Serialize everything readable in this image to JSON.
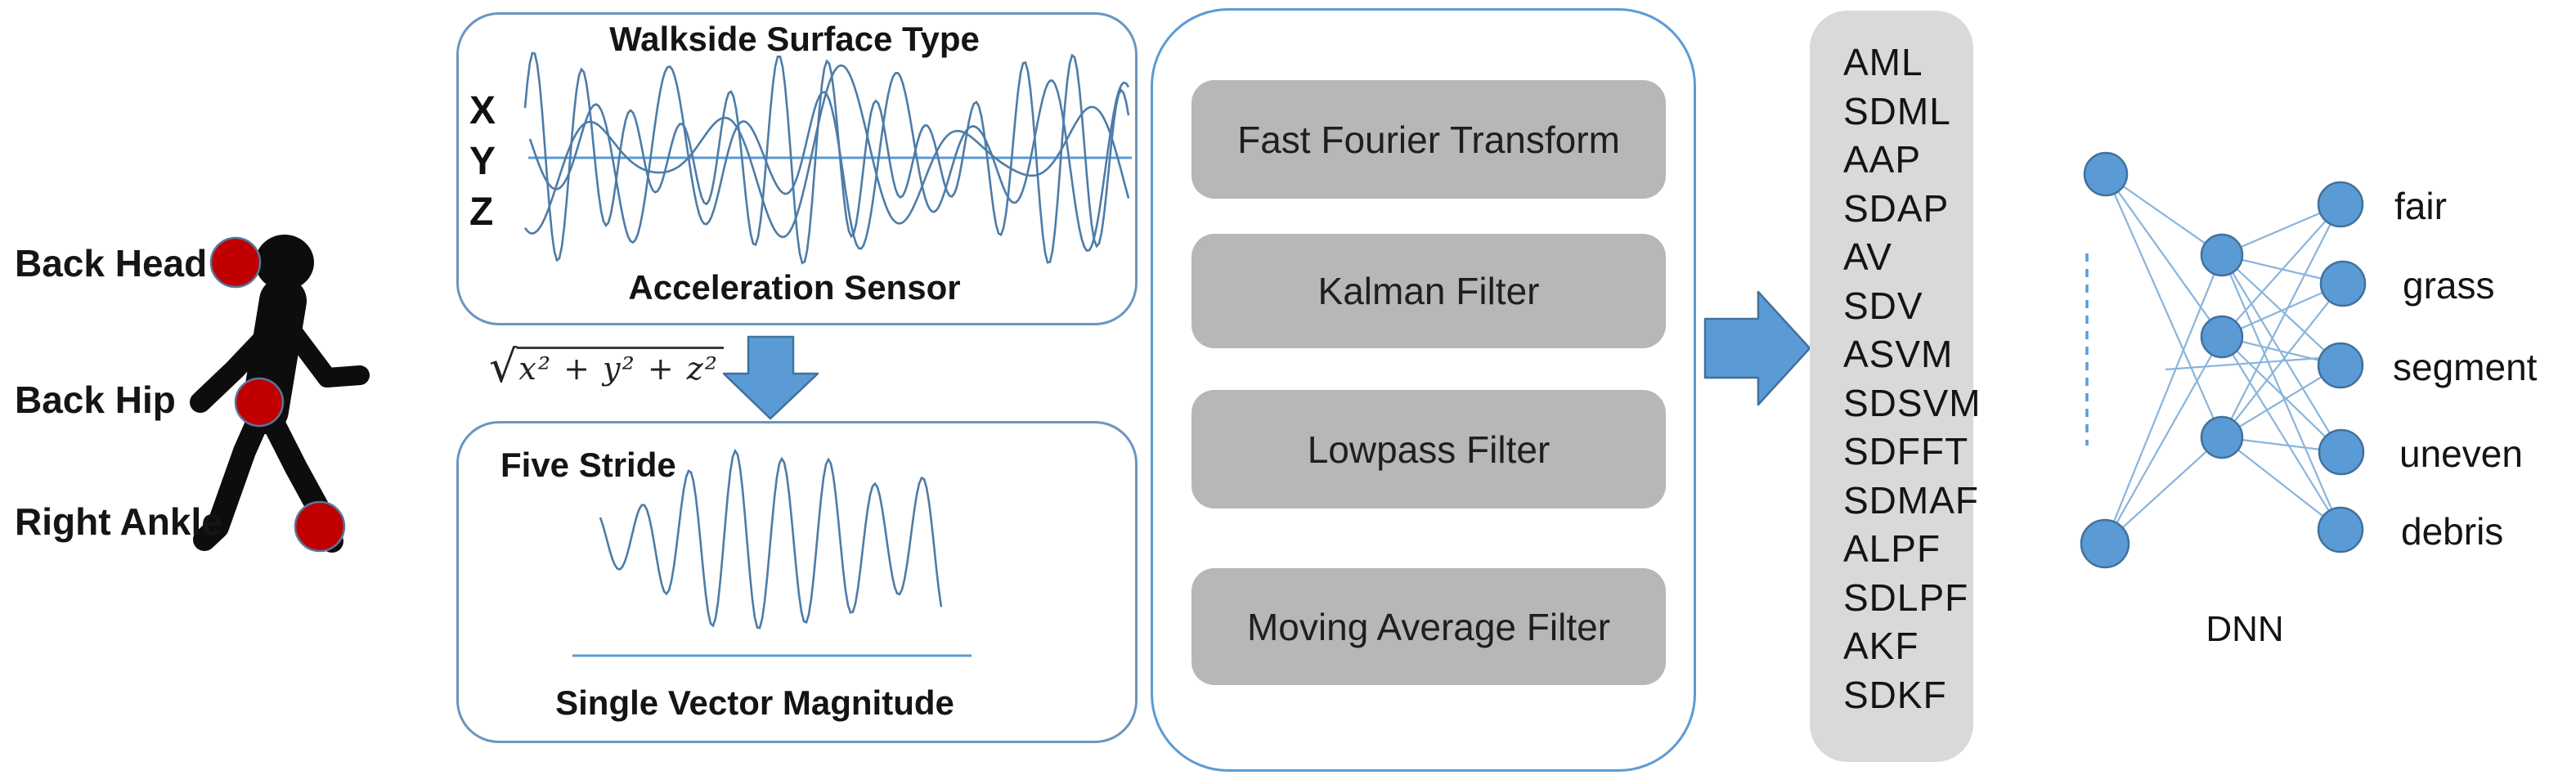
{
  "person": {
    "labels": [
      "Back Head",
      "Back Hip",
      "Right Ankle"
    ],
    "marker_color": "#c00000"
  },
  "acquisition_box": {
    "title": "Walkside Surface Type",
    "axis_labels": [
      "X",
      "Y",
      "Z"
    ],
    "caption": "Acceleration Sensor"
  },
  "magnitude_formula": {
    "radical": "√",
    "radicand": "x² + y² + z²"
  },
  "stride_box": {
    "title": "Five Stride",
    "caption": "Single Vector Magnitude"
  },
  "filter_panel": {
    "items": [
      "Fast Fourier Transform",
      "Kalman Filter",
      "Lowpass Filter",
      "Moving Average Filter"
    ]
  },
  "feature_list": {
    "items": [
      "AML",
      "SDML",
      "AAP",
      "SDAP",
      "AV",
      "SDV",
      "ASVM",
      "SDSVM",
      "SDFFT",
      "SDMAF",
      "ALPF",
      "SDLPF",
      "AKF",
      "SDKF"
    ]
  },
  "dnn": {
    "label": "DNN",
    "output_labels": [
      "fair",
      "grass",
      "segment",
      "uneven",
      "debris"
    ],
    "input_nodes": 2,
    "hidden_nodes": 3,
    "output_nodes": 5
  },
  "colors": {
    "accent_blue": "#5b9bd5",
    "node_border": "#41719c",
    "edge_blue": "#8ab4dc",
    "signal_blue": "#4d7ca8",
    "marker_red": "#c00000",
    "filter_gray": "#b7b7b7",
    "list_gray": "#d9d9d9",
    "box_border": "#6b96be",
    "ink": "#1a1a1a"
  }
}
